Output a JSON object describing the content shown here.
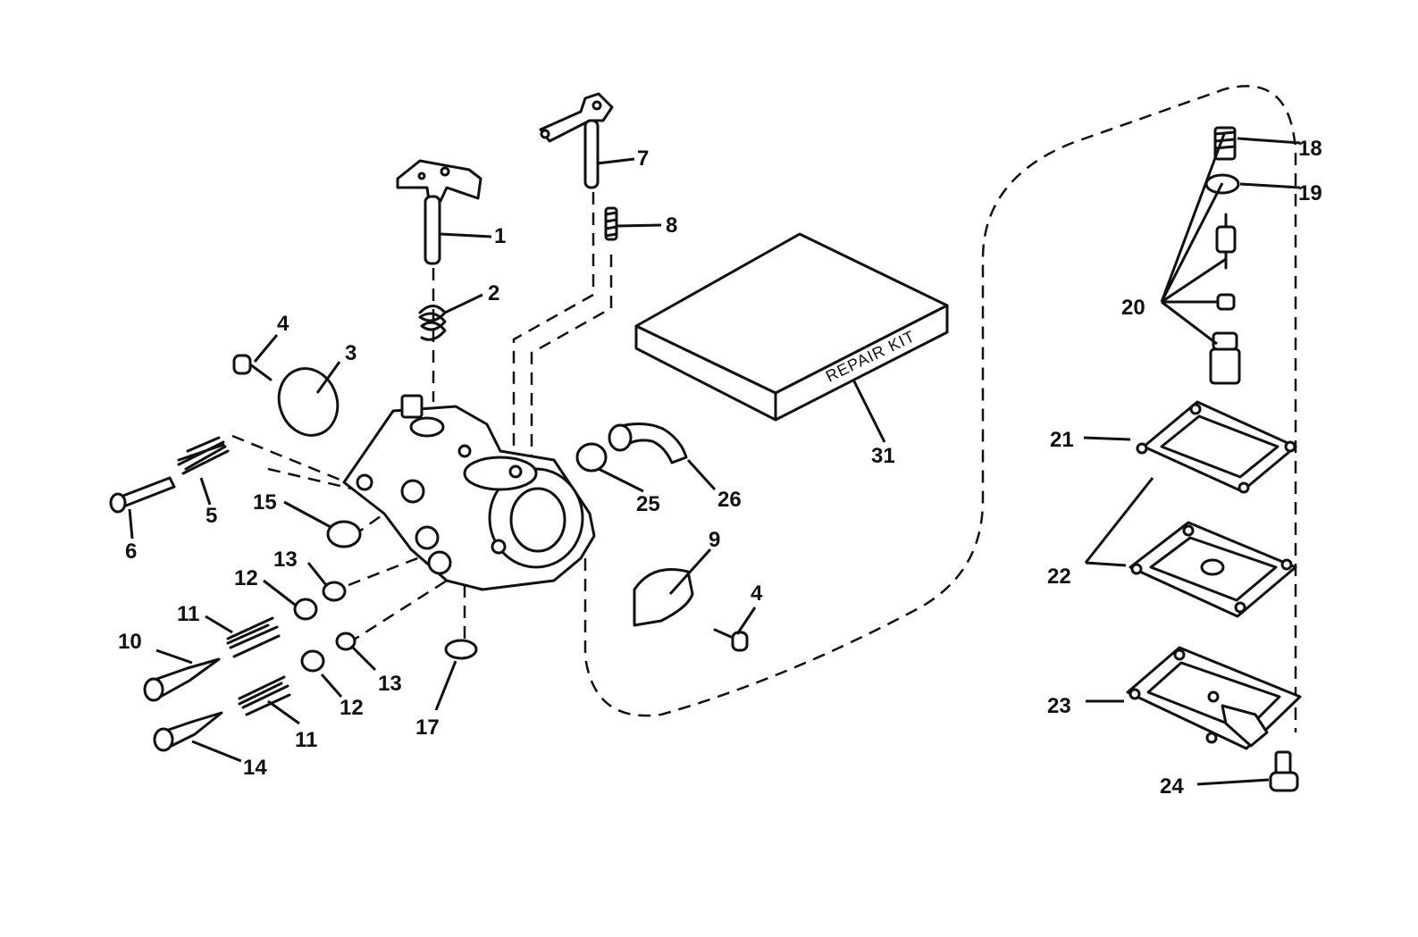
{
  "parts": [
    {
      "label": "1"
    },
    {
      "label": "2"
    },
    {
      "label": "3"
    },
    {
      "label": "4"
    },
    {
      "label": "4"
    },
    {
      "label": "5"
    },
    {
      "label": "6"
    },
    {
      "label": "7"
    },
    {
      "label": "8"
    },
    {
      "label": "9"
    },
    {
      "label": "10"
    },
    {
      "label": "11"
    },
    {
      "label": "11"
    },
    {
      "label": "12"
    },
    {
      "label": "12"
    },
    {
      "label": "13"
    },
    {
      "label": "13"
    },
    {
      "label": "14"
    },
    {
      "label": "15"
    },
    {
      "label": "17"
    },
    {
      "label": "18"
    },
    {
      "label": "19"
    },
    {
      "label": "20"
    },
    {
      "label": "21"
    },
    {
      "label": "22"
    },
    {
      "label": "23"
    },
    {
      "label": "24"
    },
    {
      "label": "25"
    },
    {
      "label": "26"
    },
    {
      "label": "31"
    }
  ],
  "repair_kit": {
    "label": "REPAIR KIT"
  }
}
